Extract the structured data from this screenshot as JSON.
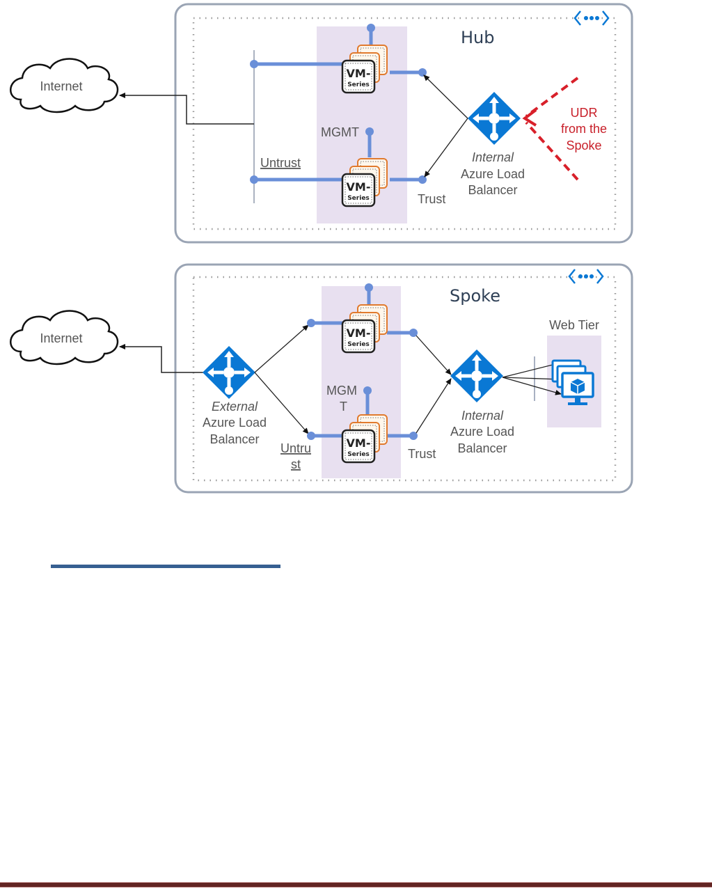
{
  "hub": {
    "title": "Hub",
    "internet_label": "Internet",
    "mgmt_label": "MGMT",
    "untrust_label": "Untrust",
    "trust_label": "Trust",
    "vm_label_top": "VM-",
    "vm_label_bottom": "Series",
    "lb_line1": "Internal",
    "lb_line2": "Azure Load",
    "lb_line3": "Balancer",
    "udr_line1": "UDR",
    "udr_line2": "from the",
    "udr_line3": "Spoke"
  },
  "spoke": {
    "title": "Spoke",
    "internet_label": "Internet",
    "mgmt_line1": "MGM",
    "mgmt_line2": "T",
    "untrust_line1": "Untru",
    "untrust_line2": "st",
    "trust_label": "Trust",
    "vm_label_top": "VM-",
    "vm_label_bottom": "Series",
    "ext_lb_line1": "External",
    "ext_lb_line2": "Azure Load",
    "ext_lb_line3": "Balancer",
    "int_lb_line1": "Internal",
    "int_lb_line2": "Azure Load",
    "int_lb_line3": "Balancer",
    "web_tier_label": "Web Tier"
  },
  "colors": {
    "azure_blue": "#0a78d4",
    "nic_blue": "#6a8fd8",
    "vm_orange": "#e07a2e",
    "udr_red": "#d8202a",
    "subnet_purple": "#e8e0f0",
    "vnet_border": "#9aa4b4",
    "section_rule": "#365f91",
    "footer_rule": "#632523"
  }
}
